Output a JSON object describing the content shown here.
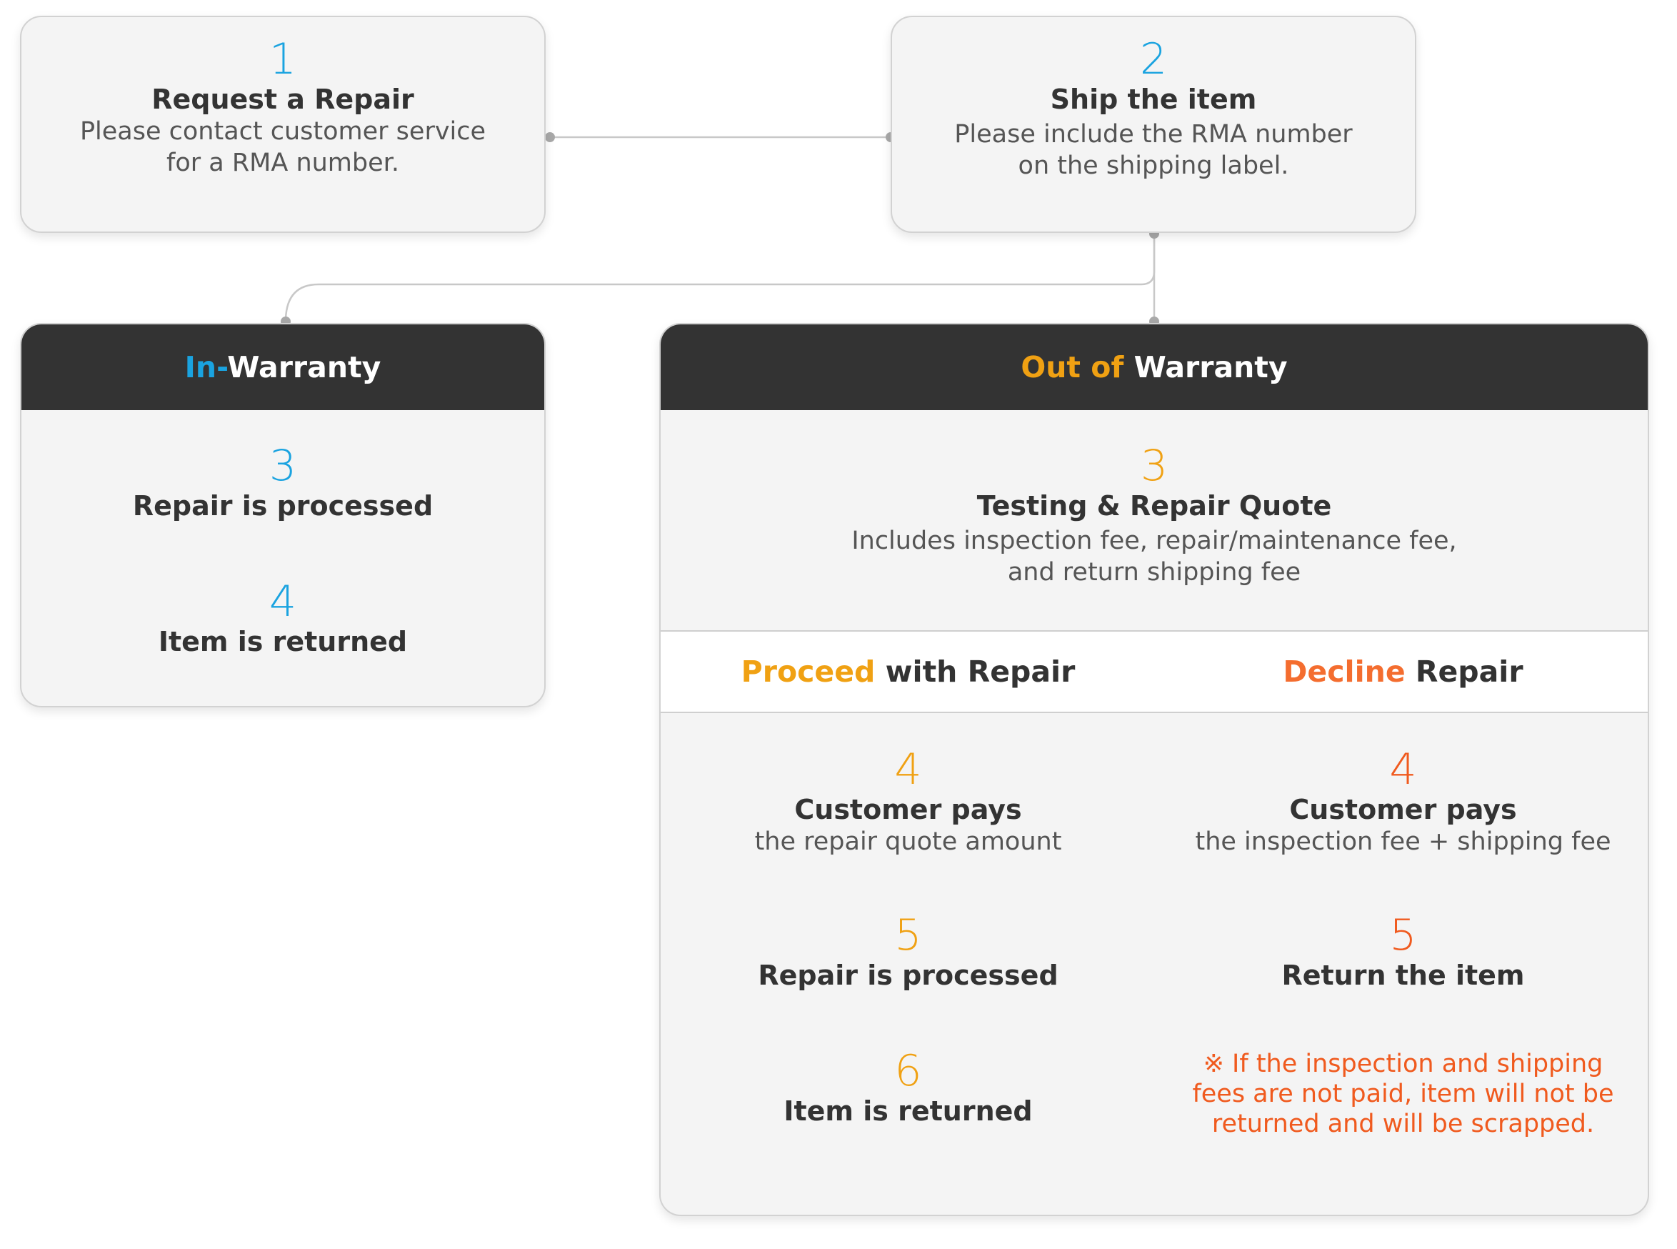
{
  "colors": {
    "blue": "#1aa3e0",
    "amber": "#f0a113",
    "orange": "#f46d2f",
    "red_note": "#f05a1e",
    "header_dark": "#333333",
    "card_bg": "#f4f4f4",
    "connector": "#c8c8c8"
  },
  "step1": {
    "number": "1",
    "title": "Request a Repair",
    "desc_line1": "Please contact customer service",
    "desc_line2": "for a RMA number."
  },
  "step2": {
    "number": "2",
    "title": "Ship the item",
    "desc_line1": "Please include the RMA number",
    "desc_line2": "on the shipping label."
  },
  "in_warranty": {
    "header_accent": "In-",
    "header_rest": "Warranty",
    "steps": [
      {
        "number": "3",
        "title": "Repair is processed"
      },
      {
        "number": "4",
        "title": "Item is returned"
      }
    ]
  },
  "out_of_warranty": {
    "header_accent": "Out of",
    "header_rest": " Warranty",
    "quote": {
      "number": "3",
      "title": "Testing & Repair Quote",
      "desc_line1": "Includes inspection fee, repair/maintenance fee,",
      "desc_line2": "and return shipping fee"
    },
    "proceed": {
      "header_accent": "Proceed",
      "header_rest": " with Repair",
      "steps": [
        {
          "number": "4",
          "title": "Customer pays",
          "desc": "the repair quote amount"
        },
        {
          "number": "5",
          "title": "Repair is processed"
        },
        {
          "number": "6",
          "title": "Item is returned"
        }
      ]
    },
    "decline": {
      "header_accent": "Decline",
      "header_rest": " Repair",
      "steps": [
        {
          "number": "4",
          "title": "Customer pays",
          "desc": "the inspection fee + shipping fee"
        },
        {
          "number": "5",
          "title": "Return the item"
        }
      ],
      "note_line1": "※ If the inspection and shipping",
      "note_line2": "fees are not paid, item will not be",
      "note_line3": "returned and will be scrapped."
    }
  }
}
